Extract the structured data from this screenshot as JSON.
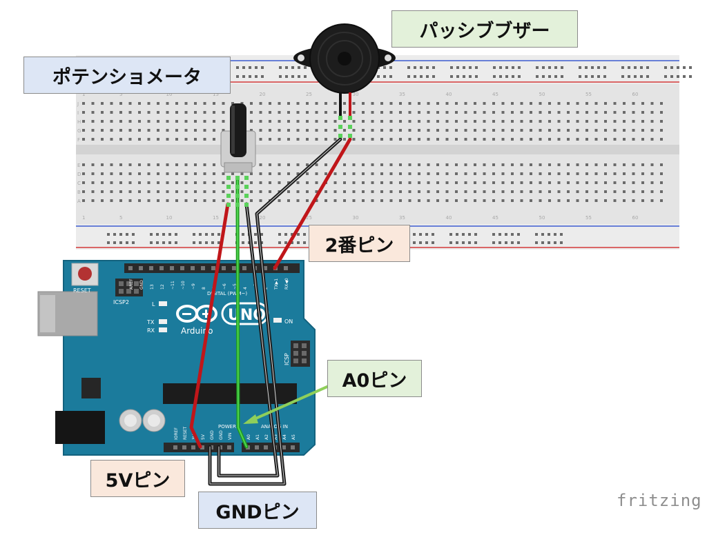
{
  "labels": {
    "buzzer": "パッシブブザー",
    "potentiometer": "ポテンショメータ",
    "pin2": "2番ピン",
    "a0": "A0ピン",
    "v5": "5Vピン",
    "gnd": "GNDピン"
  },
  "watermark": "fritzing",
  "board": {
    "logo_text": "Arduino",
    "model": "UNO",
    "reset": "RESET",
    "icsp2": "ICSP2",
    "icsp": "ICSP",
    "on": "ON",
    "led_l": "L",
    "led_tx": "TX",
    "led_rx": "RX",
    "digital": "DIGITAL (PWM~)",
    "power": "POWER",
    "analog": "ANALOG IN",
    "digital_pins": [
      "AREF",
      "GND",
      "13",
      "12",
      "~11",
      "~10",
      "~9",
      "8",
      "7",
      "~6",
      "~5",
      "4",
      "~3",
      "2",
      "TX▶1",
      "RX◀0"
    ],
    "power_pins": [
      "IOREF",
      "RESET",
      "3V3",
      "5V",
      "GND",
      "GND",
      "VIN"
    ],
    "analog_pins": [
      "A0",
      "A1",
      "A2",
      "A3",
      "A4",
      "A5"
    ]
  },
  "breadboard": {
    "column_numbers": [
      "1",
      "5",
      "10",
      "15",
      "20",
      "25",
      "30",
      "35",
      "40",
      "45",
      "50",
      "55",
      "60"
    ],
    "row_letters_top": [
      "J",
      "I",
      "H",
      "G",
      "F"
    ],
    "row_letters_bottom": [
      "E",
      "D",
      "C",
      "B",
      "A"
    ]
  },
  "colors": {
    "board": "#1b7b9c",
    "board_edge": "#13627e",
    "breadboard": "#e4e4e4",
    "rail_red": "#d33a3a",
    "rail_blue": "#3b5bd0",
    "wire_red": "#c0161a",
    "wire_green": "#2bb52b",
    "wire_black": "#222222",
    "arrow": "#8fcf5a"
  }
}
